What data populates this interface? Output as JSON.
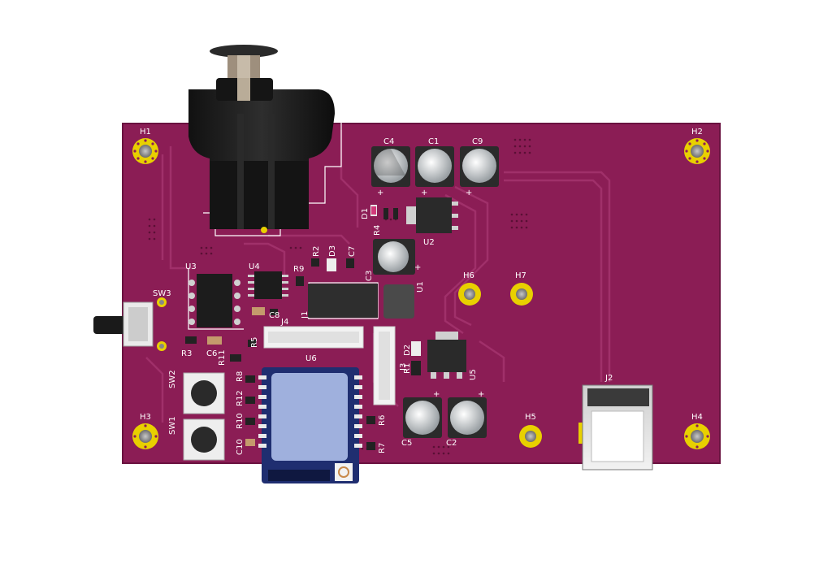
{
  "board": {
    "color": "#8b1d55",
    "edge_color": "#6a1240",
    "trace_color": "#a0306a",
    "silkscreen_color": "#ffffff",
    "pad_color": "#e8d000",
    "labels": {
      "H1": "H1",
      "H2": "H2",
      "H3": "H3",
      "H4": "H4",
      "H5": "H5",
      "H6": "H6",
      "H7": "H7",
      "C1": "C1",
      "C2": "C2",
      "C3": "C3",
      "C4": "C4",
      "C5": "C5",
      "C6": "C6",
      "C7": "C7",
      "C8": "C8",
      "C9": "C9",
      "C10": "C10",
      "R1": "R1",
      "R2": "R2",
      "R3": "R3",
      "R4": "R4",
      "R5": "R5",
      "R6": "R6",
      "R7": "R7",
      "R8": "R8",
      "R9": "R9",
      "R10": "R10",
      "R11": "R11",
      "R12": "R12",
      "D1": "D1",
      "D2": "D2",
      "D3": "D3",
      "U1": "U1",
      "U2": "U2",
      "U3": "U3",
      "U4": "U4",
      "U5": "U5",
      "U6": "U6",
      "J1": "J1",
      "J2": "J2",
      "J3": "J3",
      "J4": "J4",
      "SW1": "SW1",
      "SW2": "SW2",
      "SW3": "SW3",
      "plus": "+"
    }
  }
}
